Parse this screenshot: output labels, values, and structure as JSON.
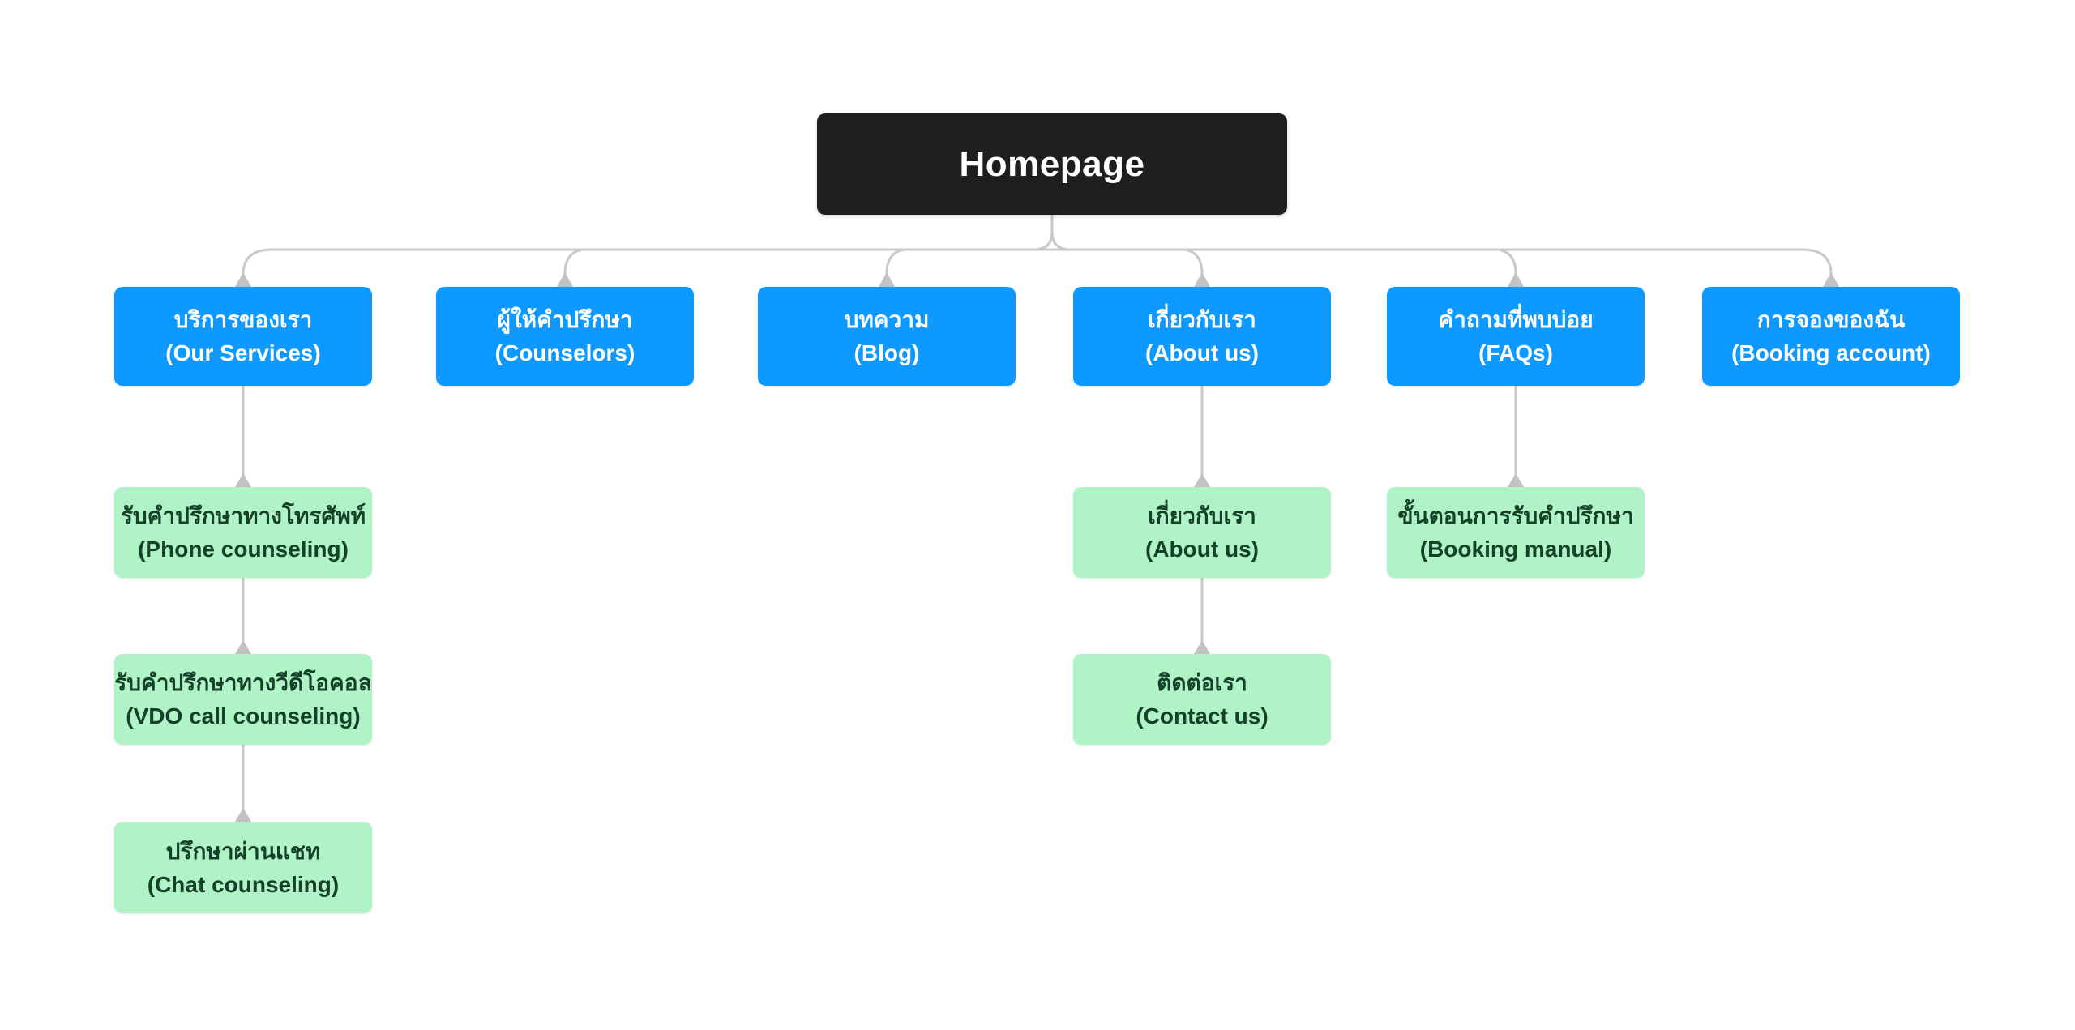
{
  "canvas": {
    "background": "#FFFFFF"
  },
  "colors": {
    "root_bg": "#1E1E1E",
    "root_text": "#FFFFFF",
    "level1_bg": "#0D99FF",
    "level1_text": "#FFFFFF",
    "level2_bg": "#AFF3C6",
    "level2_text": "#15402A",
    "connector_line": "#C9C9C9",
    "connector_arrow": "#C2C2C2"
  },
  "sitemap": {
    "root": {
      "label": "Homepage"
    },
    "level1": {
      "our_services": {
        "th": "บริการของเรา",
        "en": "(Our Services)"
      },
      "counselors": {
        "th": "ผู้ให้คำปรึกษา",
        "en": "(Counselors)"
      },
      "blog": {
        "th": "บทความ",
        "en": "(Blog)"
      },
      "about_us": {
        "th": "เกี่ยวกับเรา",
        "en": "(About us)"
      },
      "faqs": {
        "th": "คำถามที่พบบ่อย",
        "en": "(FAQs)"
      },
      "booking_account": {
        "th": "การจองของฉัน",
        "en": "(Booking account)"
      }
    },
    "level2": {
      "phone_counseling": {
        "th": "รับคำปรึกษาทางโทรศัพท์",
        "en": "(Phone counseling)",
        "parent": "our_services"
      },
      "vdo_counseling": {
        "th": "รับคำปรึกษาทางวีดีโอคอล",
        "en": "(VDO call counseling)",
        "parent": "phone_counseling"
      },
      "chat_counseling": {
        "th": "ปรึกษาผ่านแชท",
        "en": "(Chat counseling)",
        "parent": "vdo_counseling"
      },
      "about_us_page": {
        "th": "เกี่ยวกับเรา",
        "en": "(About us)",
        "parent": "about_us"
      },
      "contact_us": {
        "th": "ติดต่อเรา",
        "en": "(Contact us)",
        "parent": "about_us_page"
      },
      "booking_manual": {
        "th": "ขั้นตอนการรับคำปรึกษา",
        "en": "(Booking manual)",
        "parent": "faqs"
      }
    }
  }
}
